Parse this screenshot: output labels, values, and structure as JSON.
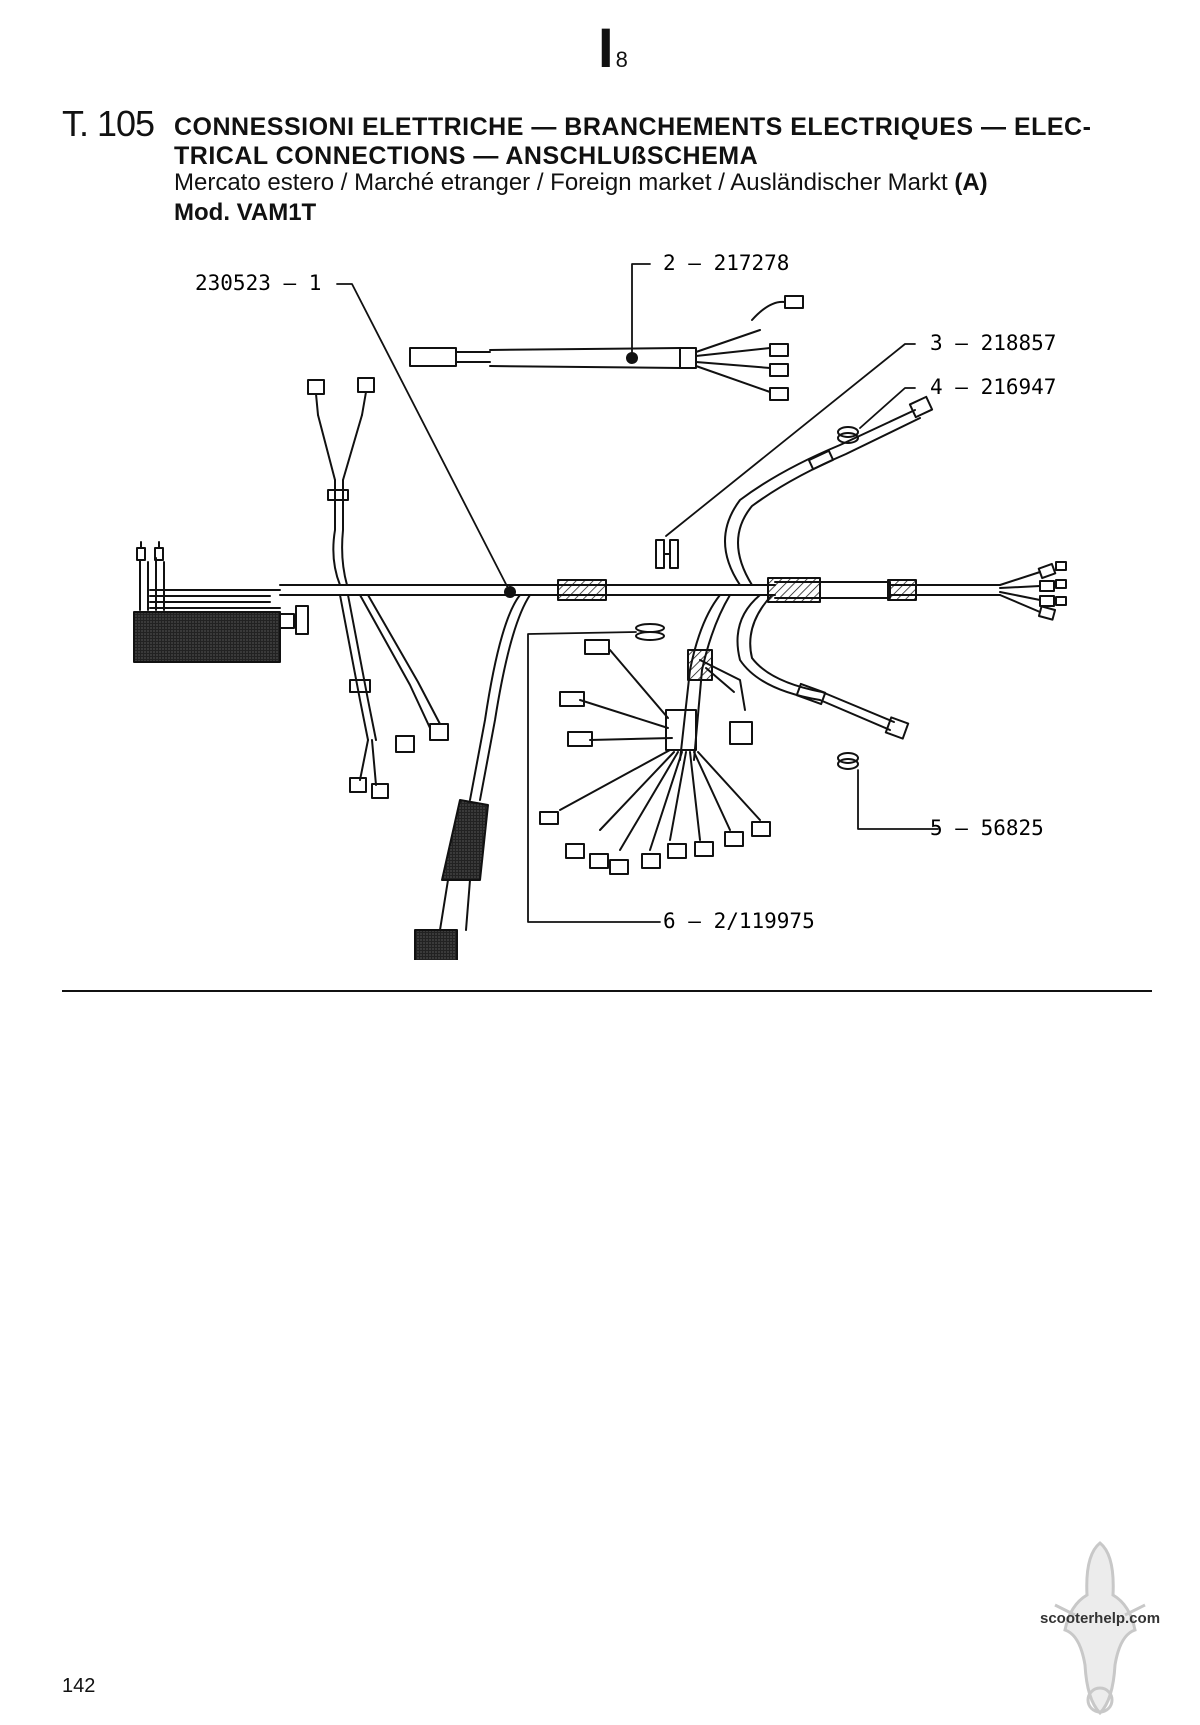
{
  "header": {
    "section_letter": "I",
    "section_number": "8",
    "table_number": "T. 105",
    "title_line_1": "CONNESSIONI ELETTRICHE — BRANCHEMENTS ELECTRIQUES — ELEC-",
    "title_line_2": "TRICAL CONNECTIONS — ANSCHLUßSCHEMA",
    "subtitle_text": "Mercato estero / Marché etranger / Foreign market / Ausländischer Markt",
    "subtitle_code": "(A)",
    "model": "Mod. VAM1T"
  },
  "callouts": [
    {
      "ref": "1",
      "part": "230523",
      "label": "230523 – 1"
    },
    {
      "ref": "2",
      "part": "217278",
      "label": "2 – 217278"
    },
    {
      "ref": "3",
      "part": "218857",
      "label": "3 – 218857"
    },
    {
      "ref": "4",
      "part": "216947",
      "label": "4 – 216947"
    },
    {
      "ref": "5",
      "part": "56825",
      "label": "5 – 56825"
    },
    {
      "ref": "6",
      "part": "2/119975",
      "label": "6 – 2/119975"
    }
  ],
  "footer": {
    "page_number": "142",
    "watermark": "scooterhelp.com"
  }
}
